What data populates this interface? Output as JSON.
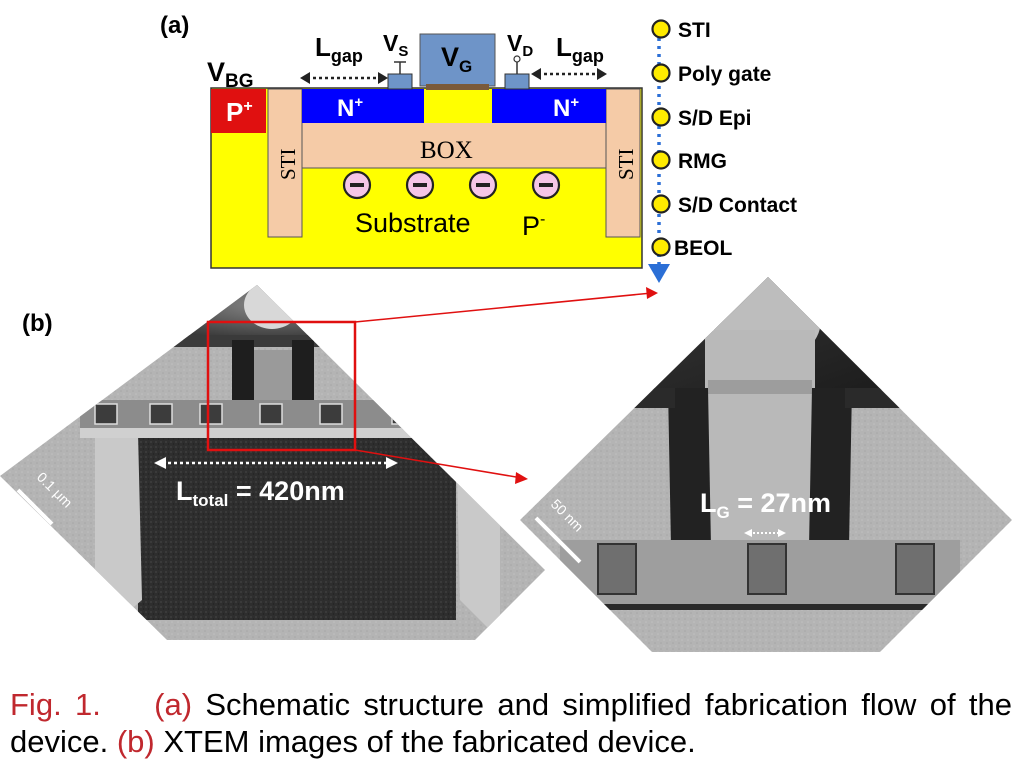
{
  "panel_a": {
    "label": "(a)",
    "v_bg": "V",
    "v_bg_sub": "BG",
    "p_plus": "P",
    "p_plus_sup": "+",
    "l_gap": "L",
    "l_gap_sub": "gap",
    "v_s": "V",
    "v_s_sub": "S",
    "v_g": "V",
    "v_g_sub": "G",
    "v_d": "V",
    "v_d_sub": "D",
    "n_plus": "N",
    "n_plus_sup": "+",
    "box": "BOX",
    "sti": "STI",
    "substrate": "Substrate",
    "p_minus": "P",
    "p_minus_sup": "-",
    "charge_symbol": "−"
  },
  "flow": {
    "steps": [
      "STI",
      "Poly gate",
      "S/D Epi",
      "RMG",
      "S/D Contact",
      "BEOL"
    ]
  },
  "panel_b": {
    "label": "(b)",
    "l_total": "L",
    "l_total_sub": "total",
    "l_total_value": " = 420nm",
    "scale_bar_left": "0.1 μm",
    "l_g": "L",
    "l_g_sub": "G",
    "l_g_value": " = 27nm",
    "scale_bar_right": "50 nm"
  },
  "caption": {
    "fig_label": "Fig. 1.",
    "a_label": "(a)",
    "a_text": " Schematic structure and simplified fabrication flow of the device.",
    "b_label": "(b)",
    "b_text": " XTEM images of the fabricated device."
  },
  "colors": {
    "substrate_yellow": "#ffff00",
    "box_peach": "#f5cba7",
    "n_plus_blue": "#0000ff",
    "p_plus_red": "#e01010",
    "gate_blue": "#6e94c8",
    "charge_pink": "#f5c6e6",
    "flow_yellow": "#ffeb00",
    "arrow_blue": "#2b6fd6",
    "caption_red": "#c0282e"
  }
}
